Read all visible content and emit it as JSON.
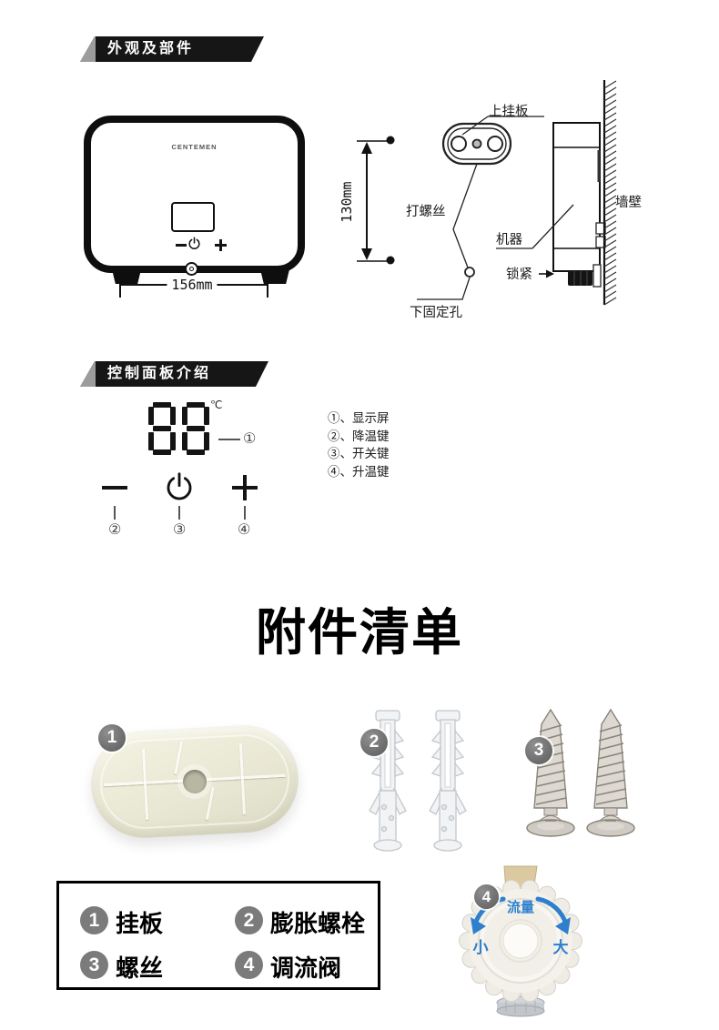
{
  "appearance": {
    "title": "外观及部件",
    "front_view": {
      "logo": "CENTEMEN",
      "width_dim": "156mm"
    },
    "mount": {
      "height_dim": "130mm",
      "upper_plate_label": "上挂板",
      "screw_label": "打螺丝",
      "lower_hole_label": "下固定孔",
      "machine_label": "机器",
      "lock_label": "锁紧",
      "wall_label": "墙壁"
    }
  },
  "panel": {
    "title": "控制面板介绍",
    "display_value": "88",
    "display_unit": "℃",
    "callouts": {
      "display": "①",
      "minus": "②",
      "power": "③",
      "plus": "④"
    },
    "legend": [
      "①、显示屏",
      "②、降温键",
      "③、开关键",
      "④、升温键"
    ]
  },
  "accessories": {
    "title": "附件清单",
    "photo_badges": [
      "1",
      "2",
      "3",
      "4"
    ],
    "valve_labels": {
      "flow": "流量",
      "min": "小",
      "max": "大"
    },
    "legend_items": [
      {
        "num": "1",
        "label": "挂板"
      },
      {
        "num": "2",
        "label": "膨胀螺栓"
      },
      {
        "num": "3",
        "label": "螺丝"
      },
      {
        "num": "4",
        "label": "调流阀"
      }
    ]
  },
  "colors": {
    "banner_bg": "#161616",
    "badge_gray": "#7b7b7b",
    "valve_blue": "#2e7fcd",
    "plate_cream": "#e9e8d4"
  }
}
